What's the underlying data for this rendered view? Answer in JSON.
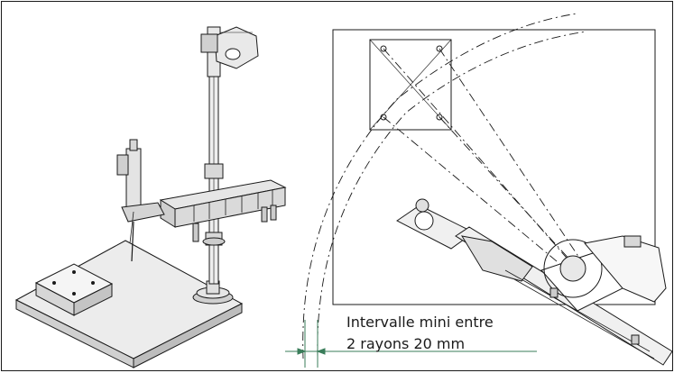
{
  "figure": {
    "annotation": {
      "line1": "Intervalle mini entre",
      "line2": "2 rayons 20 mm"
    },
    "colors": {
      "line": "#1a1a1a",
      "dimension": "#3a7d5a",
      "fill_light": "#f2f2f2",
      "fill_mid": "#d9d9d9"
    },
    "views": [
      "isometric-view-of-arm-assembly",
      "top-view-of-arm-sweep"
    ]
  }
}
